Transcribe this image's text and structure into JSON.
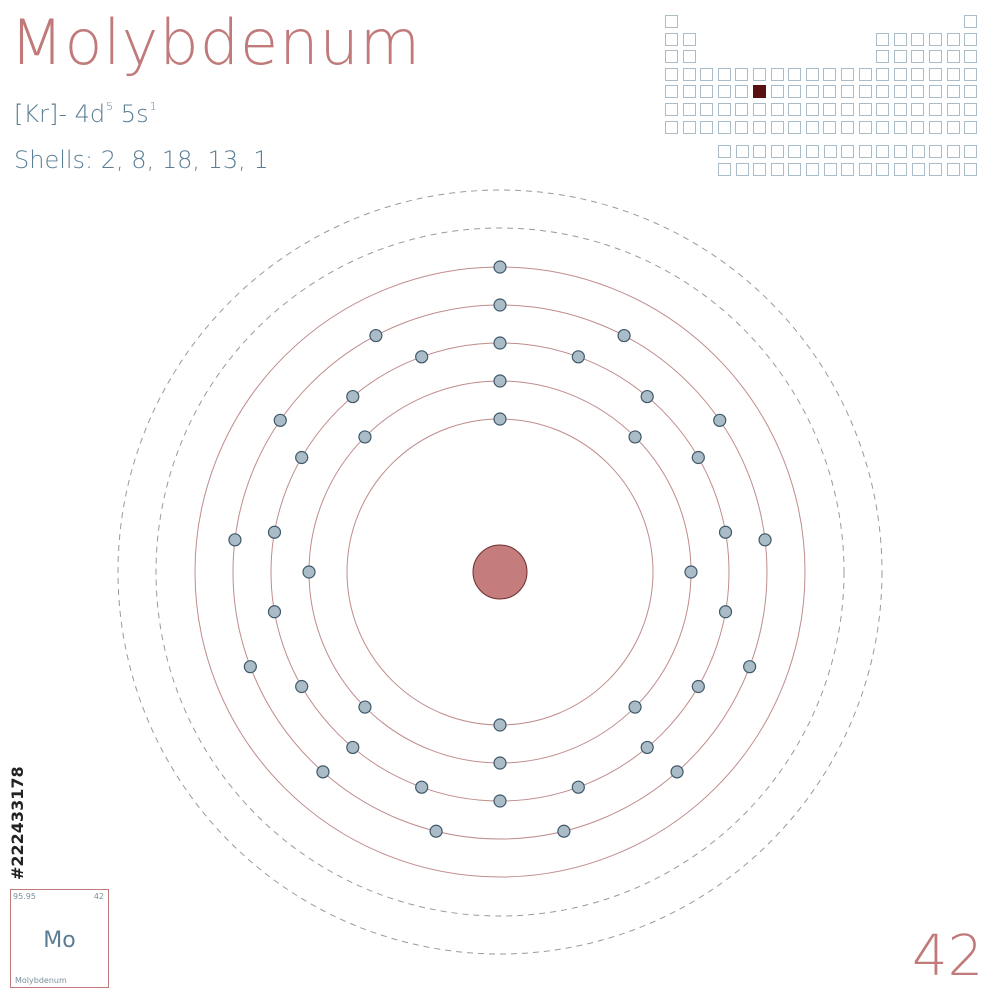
{
  "element": {
    "name": "Molybdenum",
    "symbol": "Mo",
    "atomic_number": "42",
    "configuration": {
      "core": "[Kr]-",
      "orb1": "4d",
      "orb1_exp": "5",
      "orb2": "5s",
      "orb2_exp": "1"
    },
    "shells_text": "Shells: 2, 8, 18, 13, 1",
    "shells": [
      2,
      8,
      18,
      13,
      1
    ],
    "tile": {
      "mass": "95.95",
      "number": "42",
      "symbol": "Mo",
      "name": "Molybdenum"
    }
  },
  "periodic_table": {
    "highlight": {
      "period": 5,
      "group": 6
    }
  },
  "stock_id": "#222433178",
  "colors": {
    "title": "#c07a7a",
    "text": "#5a7d94",
    "nucleus": "#c47c7c",
    "orbit": "#c08b8b",
    "electron": "#a9bcc7",
    "electron_stroke": "#3f5868",
    "highlight_cell": "#5a0f10",
    "dashed": "#9a9a9a"
  }
}
